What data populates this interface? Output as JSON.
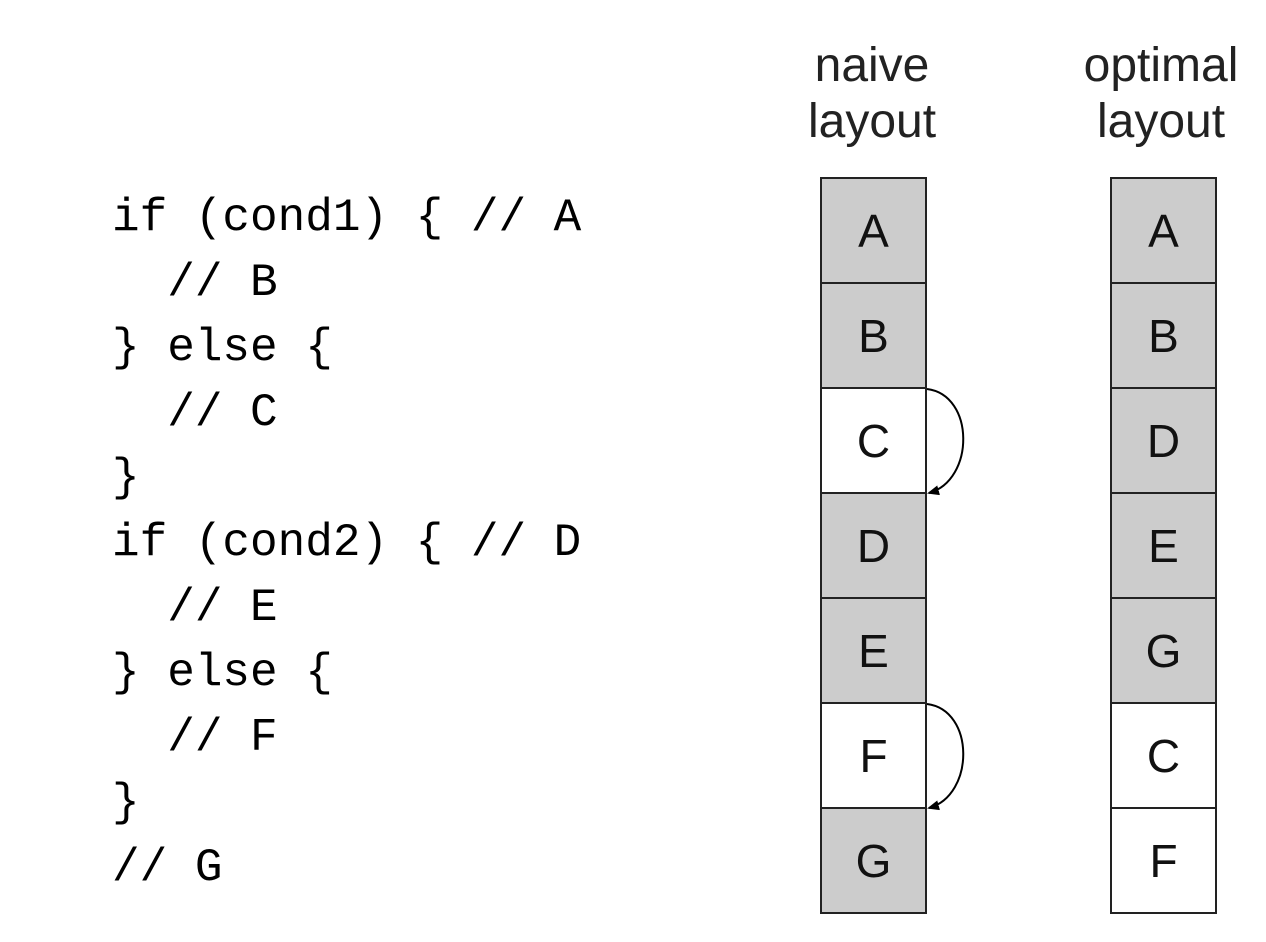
{
  "code_lines": [
    "if (cond1) { // A",
    "  // B",
    "} else {",
    "  // C",
    "}",
    "if (cond2) { // D",
    "  // E",
    "} else {",
    "  // F",
    "}",
    "// G"
  ],
  "naive": {
    "title_line1": "naive",
    "title_line2": "layout",
    "blocks": [
      {
        "label": "A",
        "fill": "#cccccc"
      },
      {
        "label": "B",
        "fill": "#cccccc"
      },
      {
        "label": "C",
        "fill": "#ffffff"
      },
      {
        "label": "D",
        "fill": "#cccccc"
      },
      {
        "label": "E",
        "fill": "#cccccc"
      },
      {
        "label": "F",
        "fill": "#ffffff"
      },
      {
        "label": "G",
        "fill": "#cccccc"
      }
    ]
  },
  "optimal": {
    "title_line1": "optimal",
    "title_line2": "layout",
    "blocks": [
      {
        "label": "A",
        "fill": "#cccccc"
      },
      {
        "label": "B",
        "fill": "#cccccc"
      },
      {
        "label": "D",
        "fill": "#cccccc"
      },
      {
        "label": "E",
        "fill": "#cccccc"
      },
      {
        "label": "G",
        "fill": "#cccccc"
      },
      {
        "label": "C",
        "fill": "#ffffff"
      },
      {
        "label": "F",
        "fill": "#ffffff"
      }
    ]
  },
  "jumps": [
    {
      "from": "C",
      "to": "D"
    },
    {
      "from": "F",
      "to": "G"
    }
  ]
}
